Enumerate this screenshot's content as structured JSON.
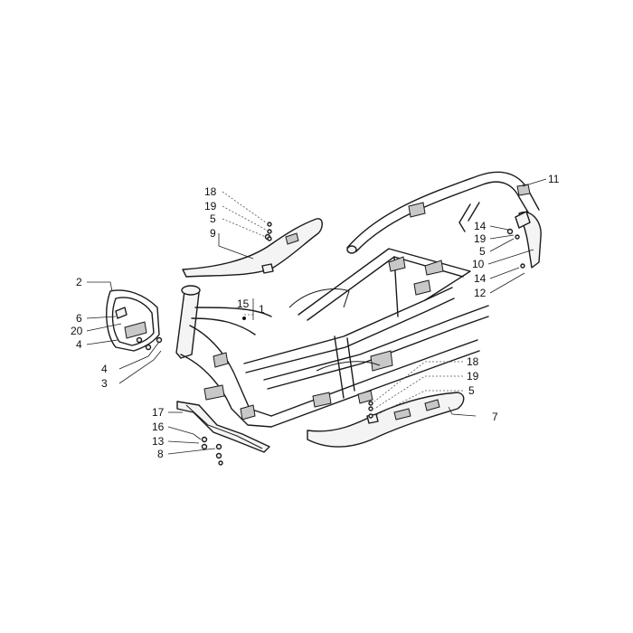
{
  "callouts": [
    {
      "id": "c18a",
      "label": "18"
    },
    {
      "id": "c19a",
      "label": "19"
    },
    {
      "id": "c5a",
      "label": "5"
    },
    {
      "id": "c9",
      "label": "9"
    },
    {
      "id": "c2",
      "label": "2"
    },
    {
      "id": "c6",
      "label": "6"
    },
    {
      "id": "c20",
      "label": "20"
    },
    {
      "id": "c4a",
      "label": "4"
    },
    {
      "id": "c4b",
      "label": "4"
    },
    {
      "id": "c3",
      "label": "3"
    },
    {
      "id": "c15",
      "label": "15"
    },
    {
      "id": "c1",
      "label": "1"
    },
    {
      "id": "c11",
      "label": "11"
    },
    {
      "id": "c14a",
      "label": "14"
    },
    {
      "id": "c19b",
      "label": "19"
    },
    {
      "id": "c5b",
      "label": "5"
    },
    {
      "id": "c10",
      "label": "10"
    },
    {
      "id": "c14b",
      "label": "14"
    },
    {
      "id": "c12",
      "label": "12"
    },
    {
      "id": "c18b",
      "label": "18"
    },
    {
      "id": "c19c",
      "label": "19"
    },
    {
      "id": "c5c",
      "label": "5"
    },
    {
      "id": "c7",
      "label": "7"
    },
    {
      "id": "c17",
      "label": "17"
    },
    {
      "id": "c16",
      "label": "16"
    },
    {
      "id": "c13",
      "label": "13"
    },
    {
      "id": "c8",
      "label": "8"
    }
  ]
}
